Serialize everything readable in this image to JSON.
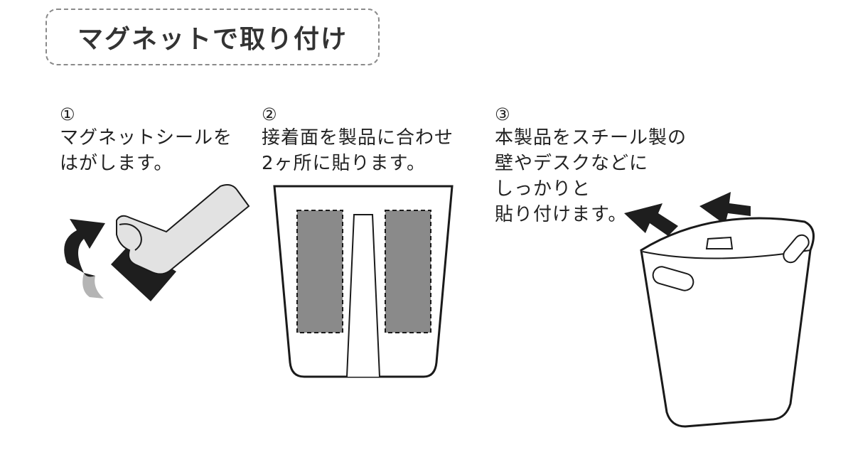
{
  "title": "マグネットで取り付け",
  "steps": [
    {
      "number": "①",
      "lines": [
        "マグネットシールを",
        "はがします。"
      ]
    },
    {
      "number": "②",
      "lines": [
        "接着面を製品に合わせ",
        "2ヶ所に貼ります。"
      ]
    },
    {
      "number": "③",
      "lines": [
        "本製品をスチール製の",
        "壁やデスクなどに",
        "しっかりと",
        "貼り付けます。"
      ]
    }
  ],
  "colors": {
    "outline": "#1a1a1a",
    "dark_fill": "#1e1e1e",
    "light_gray": "#e2e2e2",
    "mid_gray": "#b4b4b4",
    "pad_gray": "#8a8a8a"
  }
}
